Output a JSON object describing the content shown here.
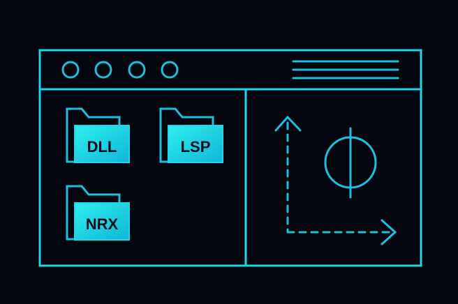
{
  "colors": {
    "background": "#03060e",
    "accent": "#1dbfdc",
    "folder_fill": "#22e4ea"
  },
  "folders": [
    {
      "label": "DLL",
      "icon": "folder-icon"
    },
    {
      "label": "LSP",
      "icon": "folder-icon"
    },
    {
      "label": "NRX",
      "icon": "folder-icon"
    }
  ],
  "icons": {
    "window_dots": 4,
    "menu": "hamburger-icon",
    "axes": "dashed-axes-icon",
    "symbol": "phi-icon"
  }
}
